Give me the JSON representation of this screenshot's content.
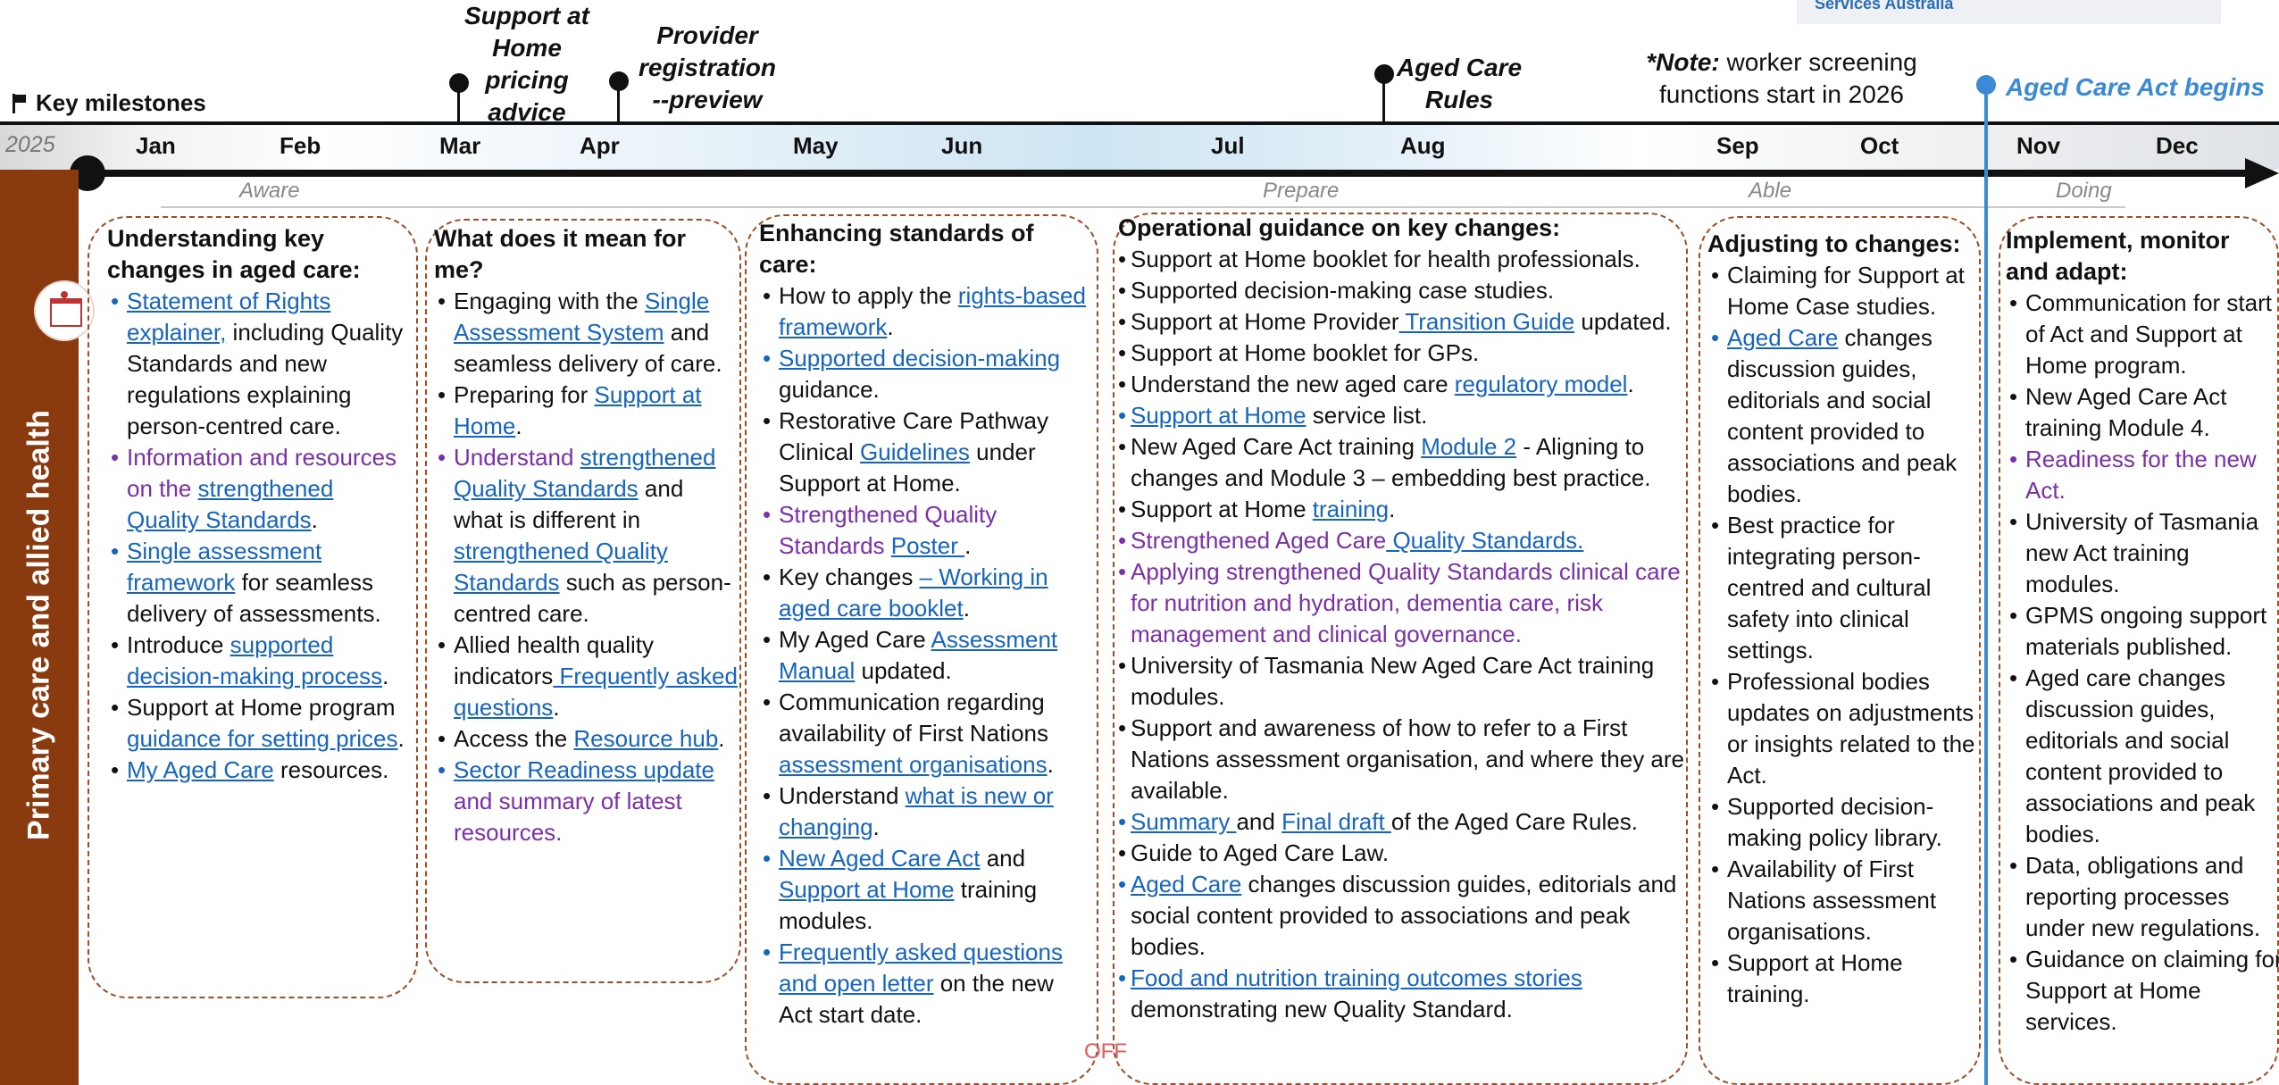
{
  "corner": {
    "text": "Services Australia"
  },
  "key_milestones": "Key milestones",
  "year": "2025",
  "months": [
    "Jan",
    "Feb",
    "Mar",
    "Apr",
    "May",
    "Jun",
    "Jul",
    "Aug",
    "Sep",
    "Oct",
    "Nov",
    "Dec"
  ],
  "phases": [
    "Aware",
    "Prepare",
    "Able",
    "Doing"
  ],
  "sidebar_label": "Primary care and allied health",
  "milestones": {
    "m1": [
      "Support at",
      "Home",
      "pricing",
      "advice"
    ],
    "m2": [
      "Provider",
      "registration",
      "--preview"
    ],
    "m3": [
      "Aged Care",
      "Rules"
    ]
  },
  "note": {
    "bold": "*Note:",
    "text1": " worker screening",
    "text2": "functions start in 2026"
  },
  "act_begins": "Aged Care Act begins",
  "off_label": "OFF",
  "columns": {
    "c1": {
      "title": [
        "Understanding key",
        "changes in aged care:"
      ],
      "items": [
        {
          "segs": [
            {
              "t": "Statement of Rights explainer,",
              "s": "lnk"
            },
            {
              "t": " including Quality Standards and new regulations explaining person-centred care."
            }
          ],
          "bullet_color": "#1565c0"
        },
        {
          "segs": [
            {
              "t": "Information and resources on the ",
              "s": "pur"
            },
            {
              "t": "strengthened Quality Standards",
              "s": "lnk"
            },
            {
              "t": "."
            }
          ],
          "bullet_color": "#7b2fa8"
        },
        {
          "segs": [
            {
              "t": "Single assessment framework",
              "s": "lnk"
            },
            {
              "t": " for seamless delivery of assessments."
            }
          ],
          "bullet_color": "#1565c0"
        },
        {
          "segs": [
            {
              "t": "Introduce "
            },
            {
              "t": "supported decision-making process",
              "s": "lnk"
            },
            {
              "t": "."
            }
          ]
        },
        {
          "segs": [
            {
              "t": "Support at Home program "
            },
            {
              "t": "guidance for setting prices",
              "s": "lnk"
            },
            {
              "t": "."
            }
          ]
        },
        {
          "segs": [
            {
              "t": " "
            },
            {
              "t": "My Aged Care",
              "s": "lnk"
            },
            {
              "t": " resources."
            }
          ]
        }
      ]
    },
    "c2": {
      "title": [
        "What does it mean for",
        "me?"
      ],
      "items": [
        {
          "segs": [
            {
              "t": "Engaging with the "
            },
            {
              "t": "Single Assessment System",
              "s": "lnk"
            },
            {
              "t": " and seamless delivery of care."
            }
          ]
        },
        {
          "segs": [
            {
              "t": "Preparing for "
            },
            {
              "t": "Support at Home",
              "s": "lnk"
            },
            {
              "t": "."
            }
          ]
        },
        {
          "segs": [
            {
              "t": "Understand ",
              "s": "pur"
            },
            {
              "t": "strengthened Quality Standards",
              "s": "lnk"
            },
            {
              "t": " and what is different in "
            },
            {
              "t": "strengthened Quality Standards",
              "s": "lnk"
            },
            {
              "t": " such as person-centred care."
            }
          ],
          "bullet_color": "#7b2fa8"
        },
        {
          "segs": [
            {
              "t": "Allied health quality indicators"
            },
            {
              "t": " Frequently asked questions",
              "s": "lnk"
            },
            {
              "t": "."
            }
          ]
        },
        {
          "segs": [
            {
              "t": "Access the "
            },
            {
              "t": "Resource hub",
              "s": "lnk"
            },
            {
              "t": "."
            }
          ]
        },
        {
          "segs": [
            {
              "t": "Sector Readiness update",
              "s": "lnk"
            },
            {
              "t": " and summary of latest resources.",
              "s": "pur"
            }
          ],
          "bullet_color": "#1565c0"
        }
      ]
    },
    "c3": {
      "title": [
        "Enhancing standards of",
        "care:"
      ],
      "items": [
        {
          "segs": [
            {
              "t": "How to apply the "
            },
            {
              "t": "rights-based framework",
              "s": "lnk"
            },
            {
              "t": "."
            }
          ]
        },
        {
          "segs": [
            {
              "t": "Supported decision-making",
              "s": "lnk"
            },
            {
              "t": " guidance."
            }
          ],
          "bullet_color": "#1565c0"
        },
        {
          "segs": [
            {
              "t": "Restorative Care Pathway Clinical "
            },
            {
              "t": "Guidelines",
              "s": "lnk"
            },
            {
              "t": " under Support at Home."
            }
          ]
        },
        {
          "segs": [
            {
              "t": "Strengthened Quality Standards ",
              "s": "pur"
            },
            {
              "t": "Poster ",
              "s": "lnk"
            },
            {
              "t": "."
            }
          ],
          "bullet_color": "#7b2fa8"
        },
        {
          "segs": [
            {
              "t": "Key changes "
            },
            {
              "t": "– Working in aged care booklet",
              "s": "lnk"
            },
            {
              "t": "."
            }
          ]
        },
        {
          "segs": [
            {
              "t": "My Aged Care  "
            },
            {
              "t": "Assessment Manual",
              "s": "lnk"
            },
            {
              "t": " updated."
            }
          ]
        },
        {
          "segs": [
            {
              "t": "Communication regarding availability of First Nations "
            },
            {
              "t": "assessment organisations",
              "s": "lnk"
            },
            {
              "t": "."
            }
          ]
        },
        {
          "segs": [
            {
              "t": "Understand "
            },
            {
              "t": "what is new or changing",
              "s": "lnk"
            },
            {
              "t": "."
            }
          ]
        },
        {
          "segs": [
            {
              "t": "New Aged Care Act",
              "s": "lnk"
            },
            {
              "t": " and "
            },
            {
              "t": "Support at Home",
              "s": "lnk"
            },
            {
              "t": " training modules."
            }
          ],
          "bullet_color": "#1565c0"
        },
        {
          "segs": [
            {
              "t": "Frequently asked questions ",
              "s": "lnk"
            },
            {
              "t": "and ",
              "s": "lnkplain"
            },
            {
              "t": " open letter",
              "s": "lnk"
            },
            {
              "t": " on the new Act start date."
            }
          ],
          "bullet_color": "#1565c0"
        }
      ]
    },
    "c4": {
      "title": [
        "Operational guidance on key changes:"
      ],
      "items": [
        {
          "segs": [
            {
              "t": "Support at Home booklet for health professionals."
            }
          ]
        },
        {
          "segs": [
            {
              "t": "Supported decision-making case studies."
            }
          ]
        },
        {
          "segs": [
            {
              "t": "Support at Home Provider"
            },
            {
              "t": " Transition Guide",
              "s": "lnk"
            },
            {
              "t": " updated."
            }
          ]
        },
        {
          "segs": [
            {
              "t": "Support at Home booklet for GPs."
            }
          ]
        },
        {
          "segs": [
            {
              "t": "Understand the new aged care  "
            },
            {
              "t": "regulatory model",
              "s": "lnk"
            },
            {
              "t": "."
            }
          ]
        },
        {
          "segs": [
            {
              "t": "Support at Home",
              "s": "lnk"
            },
            {
              "t": " service list."
            }
          ],
          "bullet_color": "#1565c0"
        },
        {
          "segs": [
            {
              "t": "New Aged Care Act training "
            },
            {
              "t": "Module 2",
              "s": "lnk"
            },
            {
              "t": " - Aligning to changes and Module 3 – embedding best practice."
            }
          ]
        },
        {
          "segs": [
            {
              "t": "Support at Home "
            },
            {
              "t": "training",
              "s": "lnk"
            },
            {
              "t": "."
            }
          ]
        },
        {
          "segs": [
            {
              "t": "Strengthened Aged Care",
              "s": "pur"
            },
            {
              "t": " Quality Standards.",
              "s": "lnk"
            }
          ],
          "bullet_color": "#7b2fa8"
        },
        {
          "segs": [
            {
              "t": "Applying strengthened Quality Standards clinical care for nutrition and hydration, dementia care, risk management and clinical governance.",
              "s": "pur"
            }
          ],
          "bullet_color": "#7b2fa8"
        },
        {
          "segs": [
            {
              "t": "University of Tasmania New Aged Care Act training modules."
            }
          ]
        },
        {
          "segs": [
            {
              "t": "Support and awareness of how to refer to a First Nations assessment organisation, and where they are available."
            }
          ]
        },
        {
          "segs": [
            {
              "t": "Summary ",
              "s": "lnk"
            },
            {
              "t": "and "
            },
            {
              "t": "Final draft ",
              "s": "lnk"
            },
            {
              "t": "of the Aged Care Rules."
            }
          ],
          "bullet_color": "#1565c0"
        },
        {
          "segs": [
            {
              "t": "Guide to Aged Care Law."
            }
          ]
        },
        {
          "segs": [
            {
              "t": "Aged Care",
              "s": "lnk"
            },
            {
              "t": " changes discussion guides, editorials and social content provided to associations and peak bodies."
            }
          ],
          "bullet_color": "#1565c0"
        },
        {
          "segs": [
            {
              "t": "Food and nutrition training outcomes stories",
              "s": "lnk"
            },
            {
              "t": " demonstrating new Quality Standard."
            }
          ],
          "bullet_color": "#1565c0"
        }
      ]
    },
    "c5": {
      "title": [
        "Adjusting to changes:"
      ],
      "items": [
        {
          "segs": [
            {
              "t": "Claiming for Support at Home Case studies."
            }
          ]
        },
        {
          "segs": [
            {
              "t": "Aged Care",
              "s": "lnk"
            },
            {
              "t": " changes discussion guides, editorials and social content provided to associations and peak bodies."
            }
          ],
          "bullet_color": "#1565c0"
        },
        {
          "segs": [
            {
              "t": "Best practice for integrating person-centred and cultural safety into clinical settings."
            }
          ]
        },
        {
          "segs": [
            {
              "t": "Professional bodies updates on adjustments or insights related to the Act."
            }
          ]
        },
        {
          "segs": [
            {
              "t": "Supported decision-making policy library."
            }
          ]
        },
        {
          "segs": [
            {
              "t": "Availability of First Nations assessment organisations."
            }
          ]
        },
        {
          "segs": [
            {
              "t": "Support at Home training."
            }
          ]
        }
      ]
    },
    "c6": {
      "title": [
        "Implement, monitor",
        "and adapt:"
      ],
      "items": [
        {
          "segs": [
            {
              "t": "Communication for start of Act and Support at Home program."
            }
          ]
        },
        {
          "segs": [
            {
              "t": "New Aged Care Act training Module 4."
            }
          ]
        },
        {
          "segs": [
            {
              "t": "Readiness for the new Act.",
              "s": "pur"
            }
          ],
          "bullet_color": "#7b2fa8"
        },
        {
          "segs": [
            {
              "t": "University of Tasmania new Act training modules."
            }
          ]
        },
        {
          "segs": [
            {
              "t": "GPMS ongoing support materials published."
            }
          ]
        },
        {
          "segs": [
            {
              "t": "Aged care changes discussion guides, editorials and social content provided to associations and peak bodies."
            }
          ]
        },
        {
          "segs": [
            {
              "t": "Data, obligations and reporting processes under new regulations."
            }
          ]
        },
        {
          "segs": [
            {
              "t": "Guidance on claiming for Support at Home services."
            }
          ]
        }
      ]
    }
  }
}
